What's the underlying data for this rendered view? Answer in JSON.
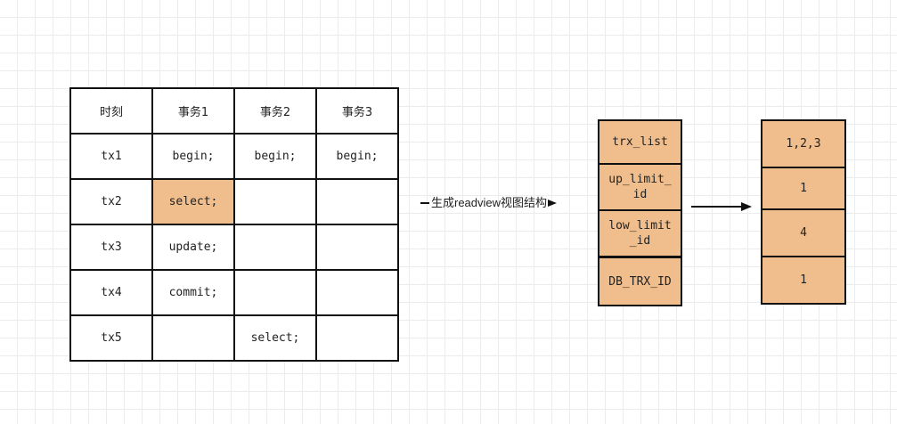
{
  "table": {
    "headers": [
      "时刻",
      "事务1",
      "事务2",
      "事务3"
    ],
    "rows": [
      [
        "tx1",
        "begin;",
        "begin;",
        "begin;"
      ],
      [
        "tx2",
        "select;",
        "",
        ""
      ],
      [
        "tx3",
        "update;",
        "",
        ""
      ],
      [
        "tx4",
        "commit;",
        "",
        ""
      ],
      [
        "tx5",
        "",
        "select;",
        ""
      ]
    ],
    "highlight_color": "#f0bd8c"
  },
  "arrow_label": "生成readview视图结构",
  "readview": {
    "fields": [
      "trx_list",
      "up_limit_\nid",
      "low_limit\n_id",
      "DB_TRX_ID"
    ],
    "fill_color": "#f0bd8c"
  },
  "values": [
    "1,2,3",
    "1",
    "4",
    "1"
  ]
}
